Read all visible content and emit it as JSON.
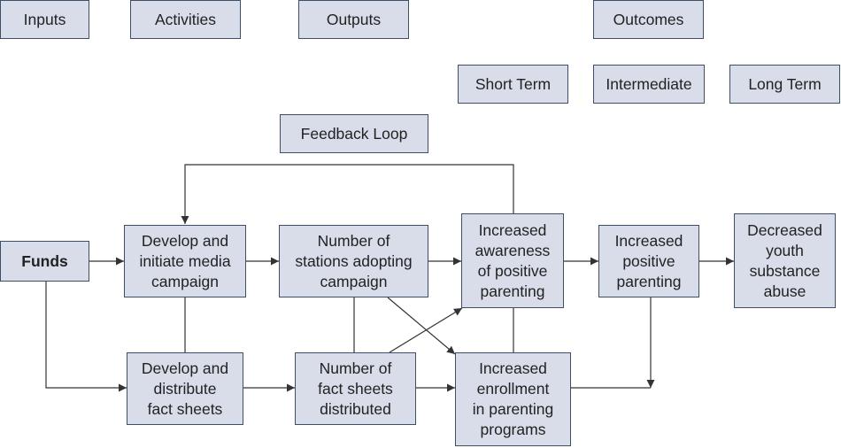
{
  "headers": {
    "inputs": "Inputs",
    "activities": "Activities",
    "outputs": "Outputs",
    "outcomes": "Outcomes",
    "short_term": "Short Term",
    "intermediate": "Intermediate",
    "long_term": "Long Term",
    "feedback_loop": "Feedback Loop"
  },
  "nodes": {
    "funds": "Funds",
    "media_campaign": "Develop and\ninitiate media\ncampaign",
    "fact_sheets_activity": "Develop and\ndistribute\nfact sheets",
    "stations_adopting": "Number of\nstations adopting\ncampaign",
    "fact_sheets_distributed": "Number of\nfact sheets\ndistributed",
    "increased_awareness": "Increased\nawareness\nof positive\nparenting",
    "increased_enrollment": "Increased\nenrollment\nin parenting\nprograms",
    "increased_positive_parenting": "Increased\npositive\nparenting",
    "decreased_abuse": "Decreased\nyouth\nsubstance\nabuse"
  },
  "colors": {
    "box_fill": "#d8dde9",
    "box_border": "#3d4f66",
    "line": "#333333"
  }
}
